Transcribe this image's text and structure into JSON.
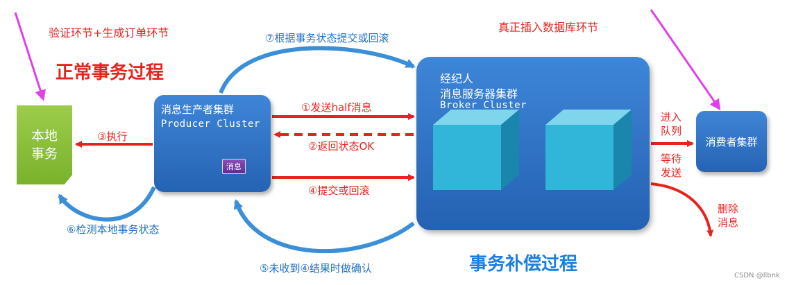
{
  "labels": {
    "validate_order": "验证环节+生成订单环节",
    "true_insert": "真正插入数据库环节",
    "normal_process": "正常事务过程",
    "compensate_process": "事务补偿过程",
    "local_tx": "本地\n事务",
    "producer_title": "消息生产者集群",
    "producer_sub": "Producer Cluster",
    "msg_chip": "消息",
    "broker_title_1": "经纪人",
    "broker_title_2": "消息服务器集群",
    "broker_sub": "Broker  Cluster",
    "consumer": "消费者集群",
    "step1": "①发送half消息",
    "step2": "②返回状态OK",
    "step3": "③执行",
    "step4": "④提交或回滚",
    "step5": "⑤未收到④结果时做确认",
    "step6": "⑥检测本地事务状态",
    "step7": "⑦根据事务状态提交或回滚",
    "enqueue_1": "进入",
    "enqueue_2": "队列",
    "wait_1": "等待",
    "wait_2": "发送",
    "delete_1": "删除",
    "delete_2": "消息",
    "watermark": "CSDN @llbnk"
  },
  "colors": {
    "red_arrow": "#e8231e",
    "blue_arrow": "#3a8fd8",
    "magenta_pointer": "#e040e8",
    "box_blue": "#2f73c6",
    "green_doc": "#86bd36",
    "cube_teal": "#31b5d8"
  }
}
